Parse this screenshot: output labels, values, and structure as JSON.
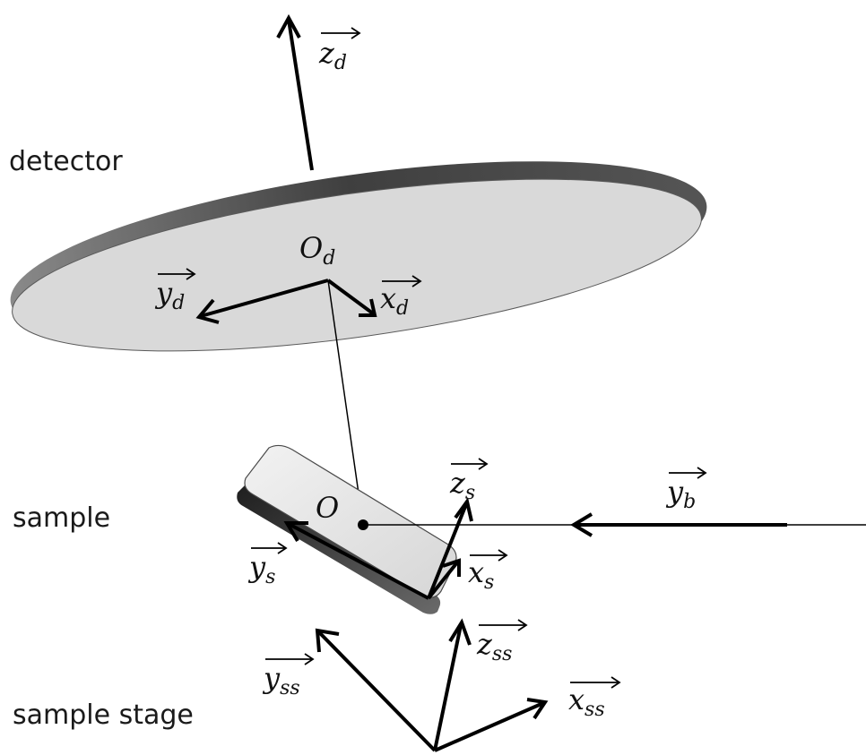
{
  "labels": {
    "detector": "detector",
    "sample": "sample",
    "sample_stage": "sample stage"
  },
  "vectors": {
    "z_d": {
      "base": "z",
      "sub": "d"
    },
    "y_d": {
      "base": "y",
      "sub": "d"
    },
    "x_d": {
      "base": "x",
      "sub": "d"
    },
    "z_s": {
      "base": "z",
      "sub": "s"
    },
    "y_s": {
      "base": "y",
      "sub": "s"
    },
    "x_s": {
      "base": "x",
      "sub": "s"
    },
    "y_b": {
      "base": "y",
      "sub": "b"
    },
    "z_ss": {
      "base": "z",
      "sub": "ss"
    },
    "y_ss": {
      "base": "y",
      "sub": "ss"
    },
    "x_ss": {
      "base": "x",
      "sub": "ss"
    }
  },
  "points": {
    "O_d": {
      "base": "O",
      "sub": "d"
    },
    "O": {
      "base": "O"
    }
  },
  "colors": {
    "detector_face": "#d9d9d9",
    "detector_edge": "#4d4d4d",
    "sample_face": "#e3e3e3",
    "sample_edge": "#3a3a3a",
    "arrow": "#000000"
  }
}
